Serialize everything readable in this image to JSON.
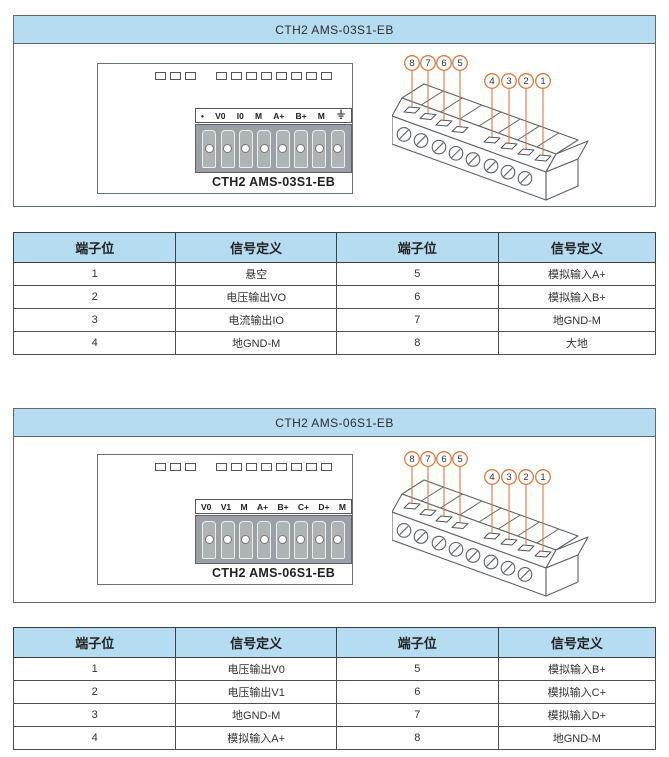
{
  "colors": {
    "header_bg": "#B5DCF0",
    "panel_border": "#5E6A70",
    "accent_orange": "#E0783C",
    "terminal_gray": "#9AA0A5"
  },
  "panels": [
    {
      "title": "CTH2 AMS-03S1-EB",
      "front": {
        "labels": [
          "•",
          "V0",
          "I0",
          "M",
          "A+",
          "B+",
          "M"
        ],
        "ground_icon": "earth-ground",
        "caption": "CTH2 AMS-03S1-EB"
      }
    },
    {
      "title": "CTH2 AMS-06S1-EB",
      "front": {
        "labels": [
          "V0",
          "V1",
          "M",
          "A+",
          "B+",
          "C+",
          "D+",
          "M"
        ],
        "caption": "CTH2 AMS-06S1-EB"
      }
    }
  ],
  "iso": {
    "callouts": [
      "8",
      "7",
      "6",
      "5",
      "4",
      "3",
      "2",
      "1"
    ]
  },
  "tables": [
    {
      "headers": [
        "端子位",
        "信号定义",
        "端子位",
        "信号定义"
      ],
      "rows": [
        [
          "1",
          "悬空",
          "5",
          "模拟输入A+"
        ],
        [
          "2",
          "电压输出VO",
          "6",
          "模拟输入B+"
        ],
        [
          "3",
          "电流输出IO",
          "7",
          "地GND-M"
        ],
        [
          "4",
          "地GND-M",
          "8",
          "大地"
        ]
      ]
    },
    {
      "headers": [
        "端子位",
        "信号定义",
        "端子位",
        "信号定义"
      ],
      "rows": [
        [
          "1",
          "电压输出V0",
          "5",
          "模拟输入B+"
        ],
        [
          "2",
          "电压输出V1",
          "6",
          "模拟输入C+"
        ],
        [
          "3",
          "地GND-M",
          "7",
          "模拟输入D+"
        ],
        [
          "4",
          "模拟输入A+",
          "8",
          "地GND-M"
        ]
      ]
    }
  ]
}
